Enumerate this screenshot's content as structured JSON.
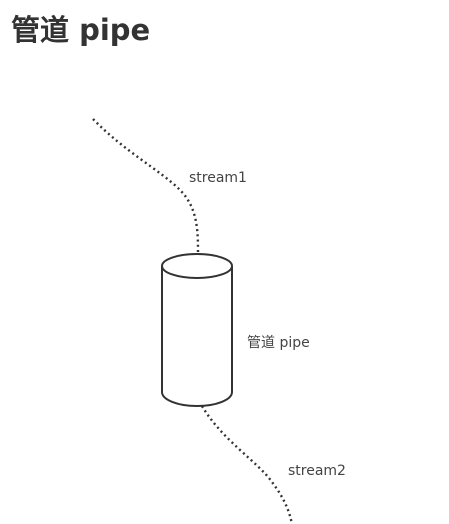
{
  "page": {
    "title": "管道 pipe"
  },
  "diagram": {
    "labels": {
      "stream_in": "stream1",
      "pipe": "管道 pipe",
      "stream_out": "stream2"
    },
    "colors": {
      "stroke": "#333333",
      "text": "#444444",
      "background": "#ffffff"
    }
  }
}
